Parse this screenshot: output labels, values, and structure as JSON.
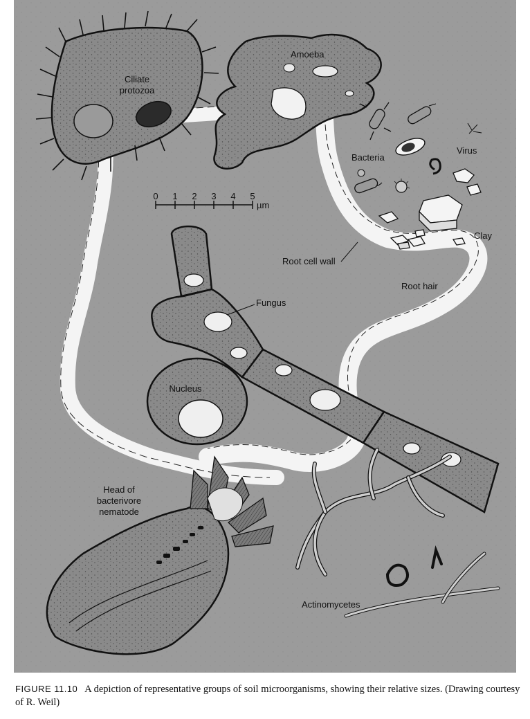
{
  "labels": {
    "ciliate": [
      "Ciliate",
      "protozoa"
    ],
    "amoeba": "Amoeba",
    "bacteria": "Bacteria",
    "virus": "Virus",
    "clay": "Clay",
    "root_cell_wall": "Root cell wall",
    "root_hair": "Root hair",
    "fungus": "Fungus",
    "nucleus": "Nucleus",
    "nematode": [
      "Head of",
      "bacterivore",
      "nematode"
    ],
    "actinomycetes": "Actinomycetes"
  },
  "scale": {
    "ticks": [
      "0",
      "1",
      "2",
      "3",
      "4",
      "5"
    ],
    "unit": "µm"
  },
  "caption": {
    "figure": "FIGURE 11.10",
    "text": "A depiction of representative groups of soil microorganisms, showing their relative sizes. (Drawing courtesy of R. Weil)"
  }
}
